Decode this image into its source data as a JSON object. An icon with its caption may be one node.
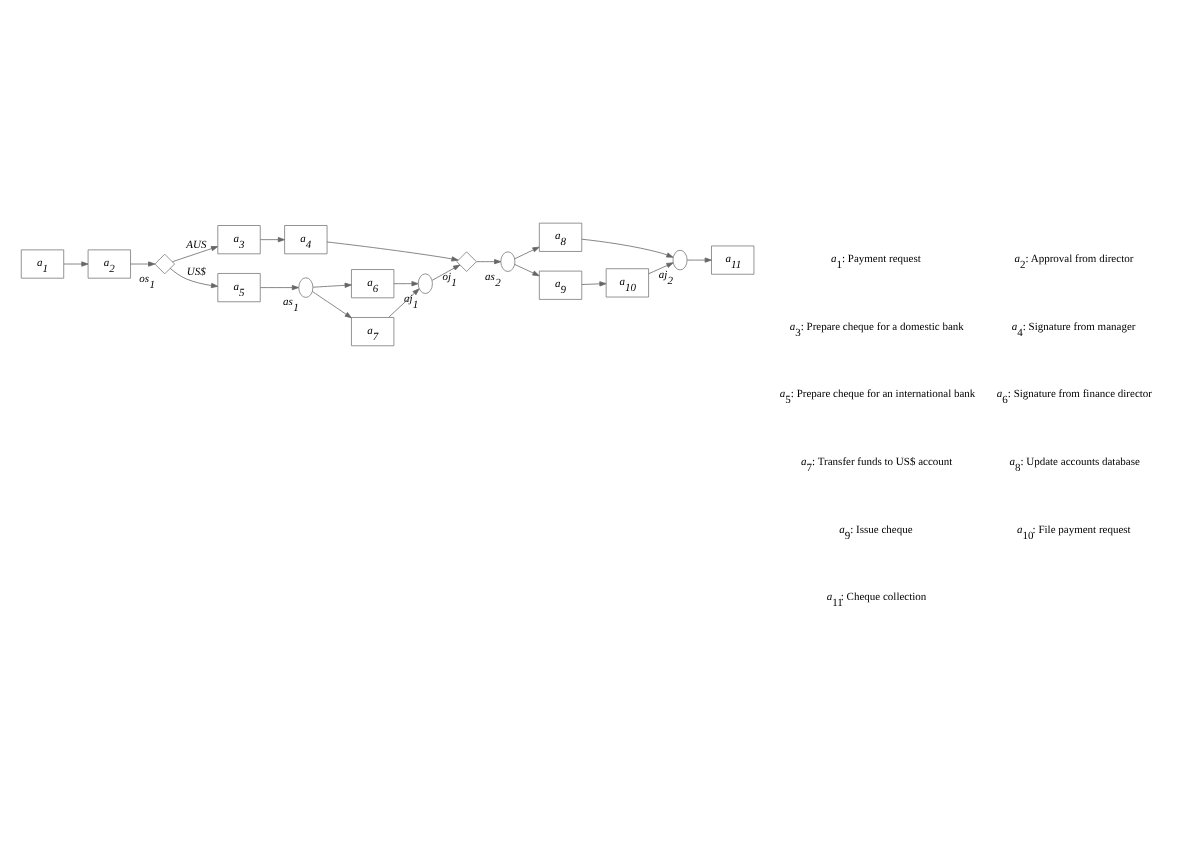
{
  "diagram": {
    "nodes": [
      {
        "text": [
          "a$_{1}$"
        ]
      },
      {
        "text": [
          "a$_{2}$"
        ]
      },
      {
        "text": [],
        "shape": "diamond",
        "beside": [
          "os$_{1}$"
        ]
      },
      {
        "text": [
          "a$_{3}$"
        ]
      },
      {
        "text": [
          "a$_{4}$"
        ]
      },
      {
        "text": [
          "a$_{5}$"
        ]
      },
      {
        "text": [],
        "shape": "circle",
        "beside": [
          "as$_{1}$"
        ]
      },
      {
        "text": [
          "a$_{6}$"
        ]
      },
      {
        "text": [
          "a$_{7}$"
        ]
      },
      {
        "text": [],
        "shape": "circle",
        "beside": [
          "aj$_{1}$"
        ]
      },
      {
        "text": [],
        "shape": "diamond",
        "beside": [
          "oj$_{1}$"
        ]
      },
      {
        "text": [],
        "shape": "circle",
        "beside": [
          "as$_{2}$"
        ]
      },
      {
        "text": [
          "a$_{8}$"
        ]
      },
      {
        "text": [
          "a$_{9}$"
        ]
      },
      {
        "text": [
          "a$_{10}$"
        ]
      },
      {
        "text": [],
        "shape": "circle",
        "beside": [
          "aj$_{2}$"
        ]
      },
      {
        "text": [
          "a$_{11}$"
        ]
      }
    ],
    "edges": [
      {
        "from": 0,
        "to": 1,
        "arrow": "to"
      },
      {
        "from": 1,
        "to": 2,
        "arrow": "to"
      },
      {
        "from": 2,
        "to": 3,
        "arrow": "to",
        "label": "AUS"
      },
      {
        "from": 3,
        "to": 4,
        "arrow": "to"
      },
      {
        "from": 2,
        "to": 5,
        "arrow": "to",
        "label": "US$"
      },
      {
        "from": 5,
        "to": 6,
        "arrow": "to"
      },
      {
        "from": 6,
        "to": 7,
        "arrow": "to"
      },
      {
        "from": 6,
        "to": 8,
        "arrow": "to"
      },
      {
        "from": 7,
        "to": 9,
        "arrow": "to"
      },
      {
        "from": 8,
        "to": 9,
        "arrow": "to"
      },
      {
        "from": 4,
        "to": 10,
        "arrow": "to"
      },
      {
        "from": 9,
        "to": 10,
        "arrow": "to"
      },
      {
        "from": 10,
        "to": 11,
        "arrow": "to"
      },
      {
        "from": 11,
        "to": 12,
        "arrow": "to"
      },
      {
        "from": 11,
        "to": 13,
        "arrow": "to"
      },
      {
        "from": 13,
        "to": 14,
        "arrow": "to"
      },
      {
        "from": 12,
        "to": 15,
        "arrow": "to"
      },
      {
        "from": 14,
        "to": 15,
        "arrow": "to"
      },
      {
        "from": 15,
        "to": 16,
        "arrow": "to"
      }
    ],
    "labels": [
      "*a*$_{1}$: Payment request",
      "*a*$_{2}$: Approval from director",
      "*a*$_{3}$: Prepare cheque for a domestic bank",
      "*a*$_{4}$: Signature from manager",
      "*a*$_{5}$: Prepare cheque for an international bank",
      "*a*$_{6}$: Signature from finance director",
      "*a*$_{7}$: Transfer funds to US$ account",
      "*a*$_{8}$: Update accounts database",
      "*a*$_{9}$: Issue cheque",
      "*a*$_{10}$: File payment request",
      "*a*$_{11}$: Cheque collection"
    ]
  }
}
